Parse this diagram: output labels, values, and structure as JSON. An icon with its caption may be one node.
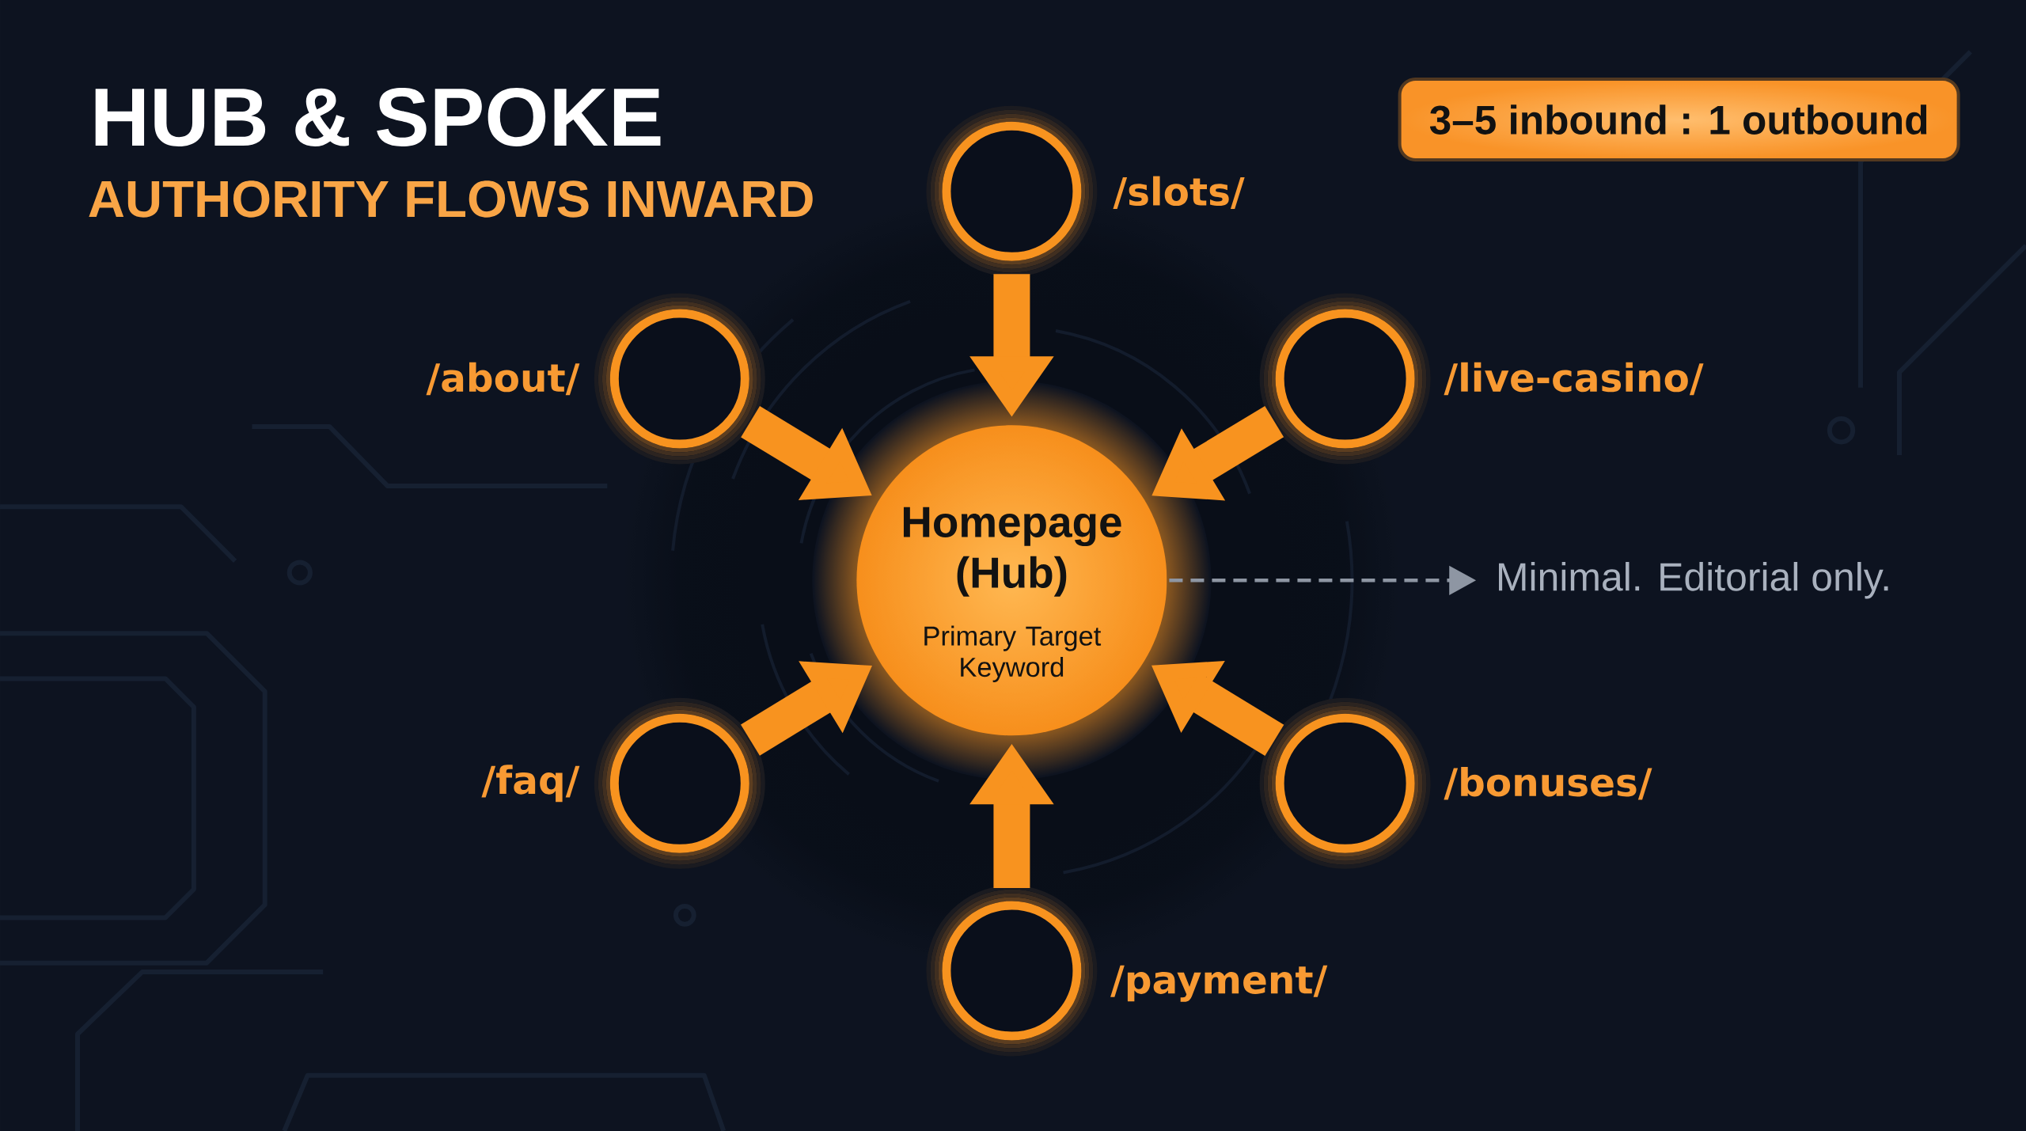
{
  "diagram": {
    "title": "HUB & SPOKE",
    "nodes": [
      {
        "text": [
          "3–5 inbound : 1 outbound"
        ]
      },
      {
        "text": [],
        "shape": "circle",
        "beside": [
          "/slots/"
        ]
      },
      {
        "text": [],
        "shape": "circle",
        "beside": [
          "/about/"
        ]
      },
      {
        "text": [],
        "shape": "circle",
        "beside": [
          "/live-casino/"
        ]
      },
      {
        "text": [
          "Homepage (Hub)",
          "Primary Target Keyword"
        ]
      },
      {
        "text": [
          "Minimal. Editorial only."
        ]
      },
      {
        "text": [],
        "shape": "circle",
        "beside": [
          "/faq/"
        ]
      },
      {
        "text": [],
        "shape": "circle",
        "beside": [
          "/bonuses/"
        ]
      },
      {
        "text": [],
        "shape": "circle",
        "beside": [
          "/payment/"
        ]
      }
    ],
    "edges": [
      {
        "from": 1,
        "to": 4,
        "arrow": "to"
      },
      {
        "from": 2,
        "to": 4,
        "arrow": "to"
      },
      {
        "from": 3,
        "to": 4,
        "arrow": "to"
      },
      {
        "from": 6,
        "to": 4,
        "arrow": "to"
      },
      {
        "from": 7,
        "to": 4,
        "arrow": "to"
      },
      {
        "from": 8,
        "to": 4,
        "arrow": "to"
      },
      {
        "from": 4,
        "to": 5,
        "arrow": "to",
        "style": "dashed",
        "color": "#8e96a3"
      }
    ],
    "labels": [
      "AUTHORITY FLOWS INWARD"
    ]
  }
}
